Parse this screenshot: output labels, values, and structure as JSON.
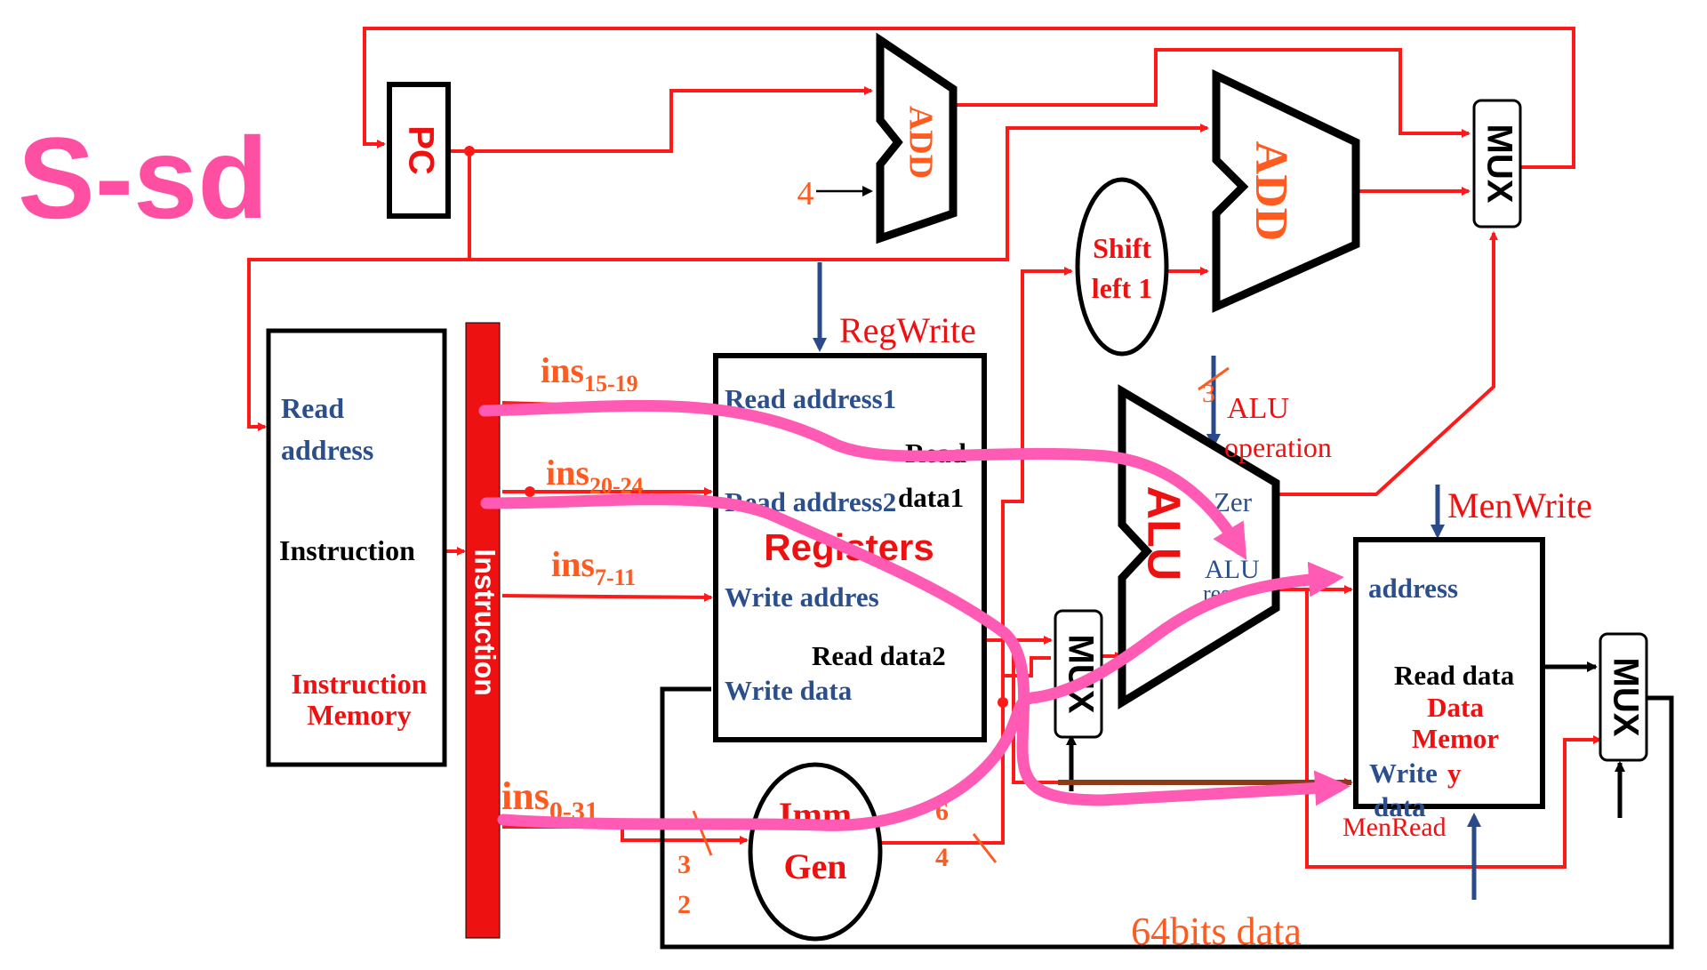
{
  "title": "S-sd",
  "colors": {
    "title": "#ff4fa3",
    "wire": "#ff1a1a",
    "block": "#000000",
    "control": "#2a4a8a",
    "label_red": "#ee1111",
    "label_orange": "#ff5a1f",
    "label_blue": "#2b4e8c",
    "highlight": "#ff5ab4",
    "bus_dark": "#8b3a1a"
  },
  "pc": {
    "label": "PC"
  },
  "add_pc": {
    "label": "ADD",
    "const_in": "4"
  },
  "add_branch": {
    "label": "ADD"
  },
  "shift_left": {
    "line1": "Shift",
    "line2": "left 1"
  },
  "mux_pc": {
    "label": "MUX"
  },
  "mux_alu": {
    "label": "MUX"
  },
  "mux_mem": {
    "label": "MUX"
  },
  "instruction_memory": {
    "read_address_1": "Read",
    "read_address_2": "address",
    "instruction_label": "Instruction",
    "name_1": "Instruction",
    "name_2": "Memory"
  },
  "instruction_bus": {
    "label": "Instruction"
  },
  "fields": {
    "f1_base": "ins",
    "f1_sub": "15-19",
    "f2_base": "ins",
    "f2_sub": "20-24",
    "f3_base": "ins",
    "f3_sub": "7-11",
    "f4_base": "ins",
    "f4_sub": "0-31"
  },
  "registers": {
    "control": "RegWrite",
    "read_address1": "Read address1",
    "read_address2": "Read address2",
    "write_address": "Write addres",
    "write_data": "Write data",
    "read_data1_a": "Read",
    "read_data1_b": "data1",
    "read_data2": "Read data2",
    "name": "Registers"
  },
  "imm_gen": {
    "top": "Imm",
    "bottom": "Gen",
    "in_width_1": "3",
    "in_width_2": "2",
    "out_width_1": "6",
    "out_width_2": "4"
  },
  "alu": {
    "label": "ALU",
    "control_width": "3",
    "control_1": "ALU",
    "control_2": "operation",
    "zero": "Zer",
    "result_1": "ALU",
    "result_2": "res"
  },
  "data_memory": {
    "control_write": "MenWrite",
    "control_read": "MenRead",
    "address": "address",
    "read_data": "Read data",
    "name_1": "Data",
    "name_2": "Memor",
    "name_3": "y",
    "write_1": "Write",
    "write_2": "data"
  },
  "bus_label": "64bits data"
}
